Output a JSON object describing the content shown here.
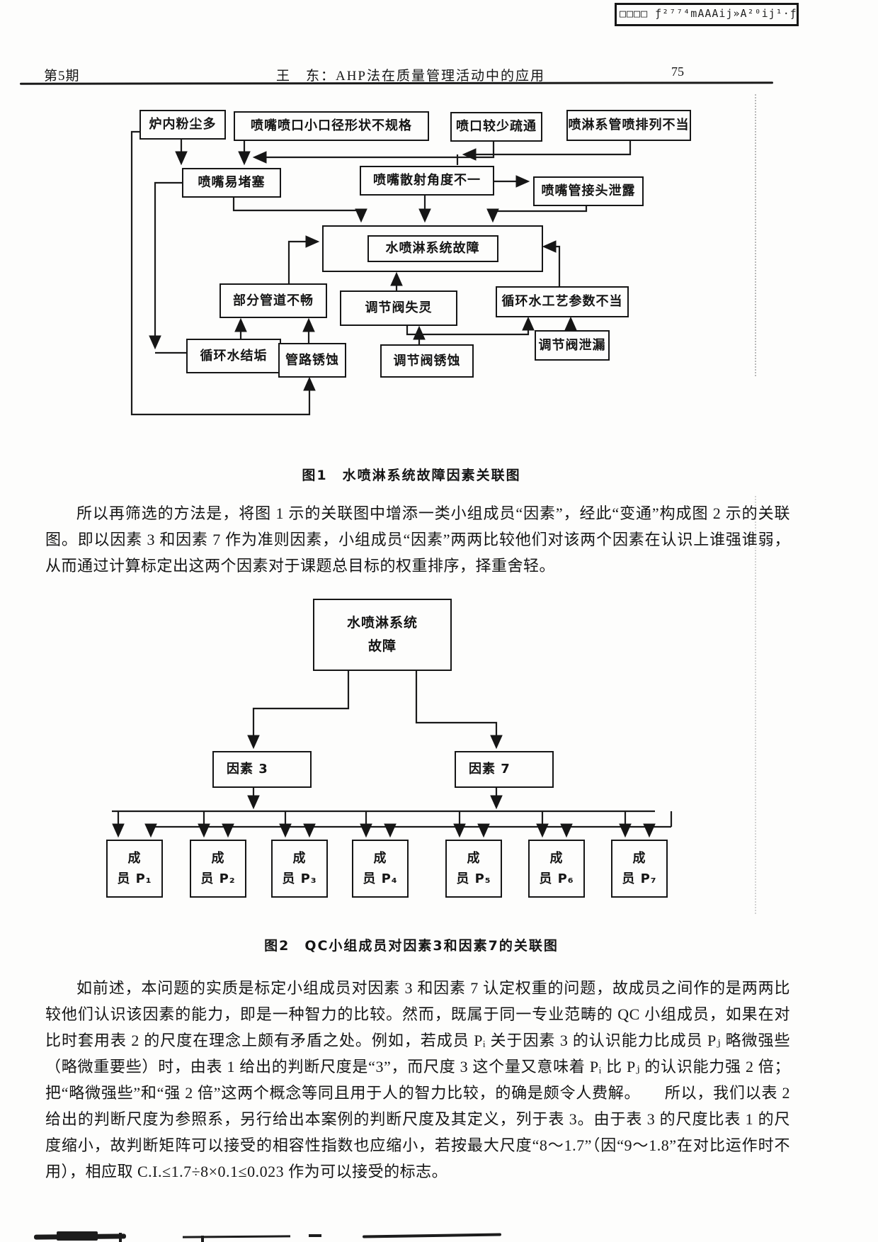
{
  "scan": {
    "watermark_text": "□□□□ ƒ²⁷⁷⁴mAAAij»A²⁰ij¹·ƒ"
  },
  "header": {
    "issue": "第5期",
    "title": "王　东：AHP法在质量管理活动中的应用",
    "page_number": "75"
  },
  "figure1": {
    "caption": "图1　水喷淋系统故障因素关联图",
    "nodes": {
      "furnace_dust": "炉内粉尘多",
      "nozzle_shape": "喷嘴喷口小口径形状不规格",
      "nozzle_unclog": "喷口较少疏通",
      "pipe_layout": "喷淋系管喷排列不当",
      "nozzle_block": "喷嘴易堵塞",
      "spray_angle": "喷嘴散射角度不一",
      "joint_leak": "喷嘴管接头泄露",
      "system_fault": "水喷淋系统故障",
      "pipe_blocked": "部分管道不畅",
      "valve_fail": "调节阀失灵",
      "process_param": "循环水工艺参数不当",
      "water_scale": "循环水结垢",
      "pipe_rust": "管路锈蚀",
      "valve_rust": "调节阀锈蚀",
      "valve_leak": "调节阀泄漏"
    }
  },
  "figure2": {
    "caption": "图2　QC小组成员对因素3和因素7的关联图",
    "root": {
      "line1": "水喷淋系统",
      "line2": "故障"
    },
    "factor3": "因素 3",
    "factor7": "因素 7",
    "members": [
      {
        "line1": "成",
        "line2": "员 P₁"
      },
      {
        "line1": "成",
        "line2": "员 P₂"
      },
      {
        "line1": "成",
        "line2": "员 P₃"
      },
      {
        "line1": "成",
        "line2": "员 P₄"
      },
      {
        "line1": "成",
        "line2": "员 P₅"
      },
      {
        "line1": "成",
        "line2": "员 P₆"
      },
      {
        "line1": "成",
        "line2": "员 P₇"
      }
    ]
  },
  "paragraphs": {
    "p1": "所以再筛选的方法是，将图 1 示的关联图中增添一类小组成员“因素”，经此“变通”构成图 2 示的关联图。即以因素 3 和因素 7 作为准则因素，小组成员“因素”两两比较他们对该两个因素在认识上谁强谁弱，从而通过计算标定出这两个因素对于课题总目标的权重排序，择重舍轻。",
    "p2": "如前述，本问题的实质是标定小组成员对因素 3 和因素 7 认定权重的问题，故成员之间作的是两两比较他们认识该因素的能力，即是一种智力的比较。然而，既属于同一专业范畴的 QC 小组成员，如果在对比时套用表 2 的尺度在理念上颇有矛盾之处。例如，若成员 Pᵢ 关于因素 3 的认识能力比成员 Pⱼ 略微强些（略微重要些）时，由表 1 给出的判断尺度是“3”，而尺度 3 这个量又意味着 Pᵢ 比 Pⱼ 的认识能力强 2 倍；把“略微强些”和“强 2 倍”这两个概念等同且用于人的智力比较，的确是颇令人费解。　　所以，我们以表 2 给出的判断尺度为参照系，另行给出本案例的判断尺度及其定义，列于表 3。由于表 3 的尺度比表 1 的尺度缩小，故判断矩阵可以接受的相容性指数也应缩小，若按最大尺度“8～1.7”（因“9～1.8”在对比运作时不用），相应取 C.I.≤1.7÷8×0.1≤0.023 作为可以接受的标志。"
  }
}
